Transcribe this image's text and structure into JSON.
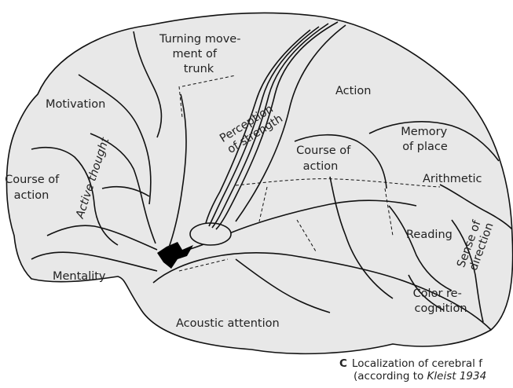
{
  "labels": {
    "turning": [
      "Turning move-",
      "ment of",
      "trunk"
    ],
    "motivation": "Motivation",
    "perception": [
      "Perception",
      "of strength"
    ],
    "action": "Action",
    "memory": [
      "Memory",
      "of place"
    ],
    "course_frontal": [
      "Course of",
      "action"
    ],
    "active_thought": "Active thought",
    "course_parietal": [
      "Course of",
      "action"
    ],
    "arithmetic": "Arithmetic",
    "reading": "Reading",
    "sense": [
      "Sense of",
      "direction"
    ],
    "mentality": "Mentality",
    "color": [
      "Color re-",
      "cognition"
    ],
    "acoustic": "Acoustic attention"
  },
  "caption": {
    "letter": "C",
    "line1": "Localization of cerebral f",
    "line2_prefix": "(according to ",
    "line2_italic": "Kleist 1934"
  }
}
